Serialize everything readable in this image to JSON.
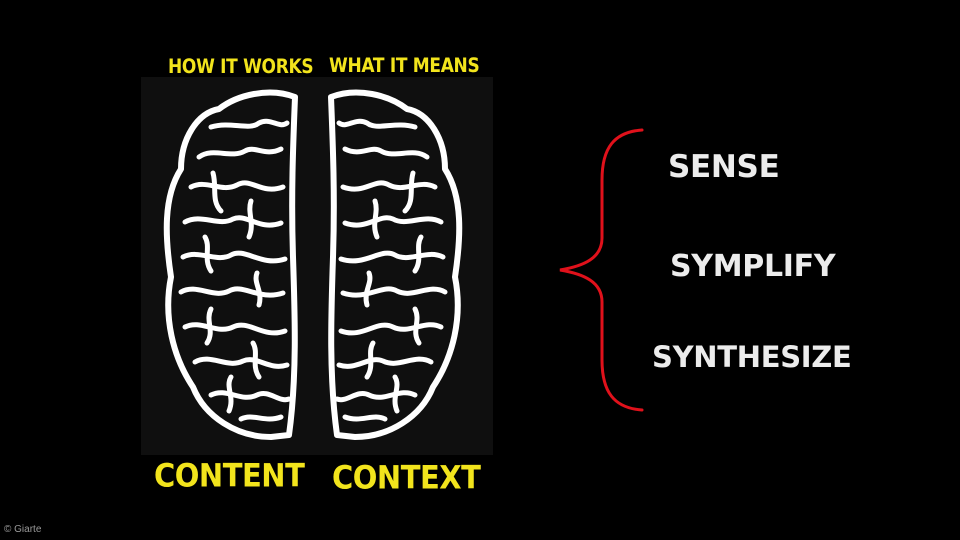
{
  "labels": {
    "how_it_works": "HOW IT WORKS",
    "what_it_means": "WHAT IT MEANS",
    "content": "CONTENT",
    "context": "CONTEXT"
  },
  "words": [
    "SENSE",
    "SYMPLIFY",
    "SYNTHESIZE"
  ],
  "copyright": "© Giarte",
  "colors": {
    "background": "#000000",
    "panel": "#0f0f0f",
    "label_yellow": "#f2e41c",
    "word_white": "#ececec",
    "brace_red": "#e0111b",
    "brain_outline": "#ffffff",
    "copyright_gray": "#9a9a9a"
  }
}
